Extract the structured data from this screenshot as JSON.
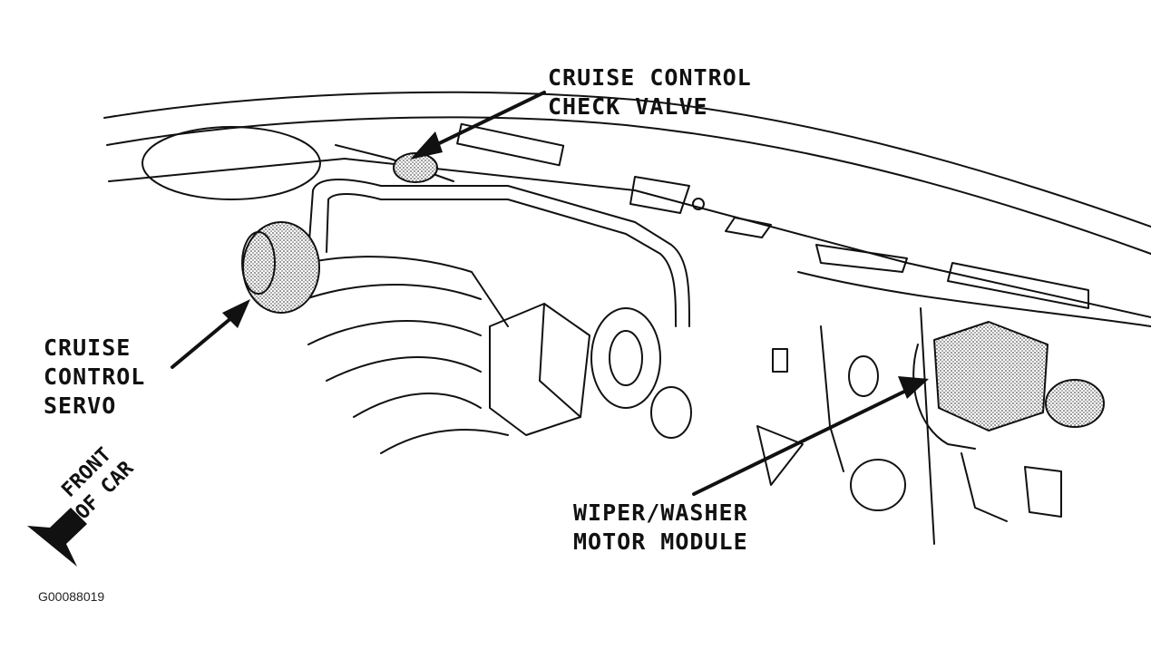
{
  "labels": {
    "check_valve": [
      "CRUISE CONTROL",
      "CHECK VALVE"
    ],
    "servo": [
      "CRUISE",
      "CONTROL",
      "SERVO"
    ],
    "wiper_module": [
      "WIPER/WASHER",
      "MOTOR MODULE"
    ],
    "front_of_car": [
      "FRONT",
      "OF CAR"
    ]
  },
  "figure_id": "G00088019",
  "colors": {
    "line": "#111111",
    "stipple": "#8a8a8a",
    "background": "#ffffff"
  },
  "icons": [
    "front-of-car-arrow-icon"
  ]
}
